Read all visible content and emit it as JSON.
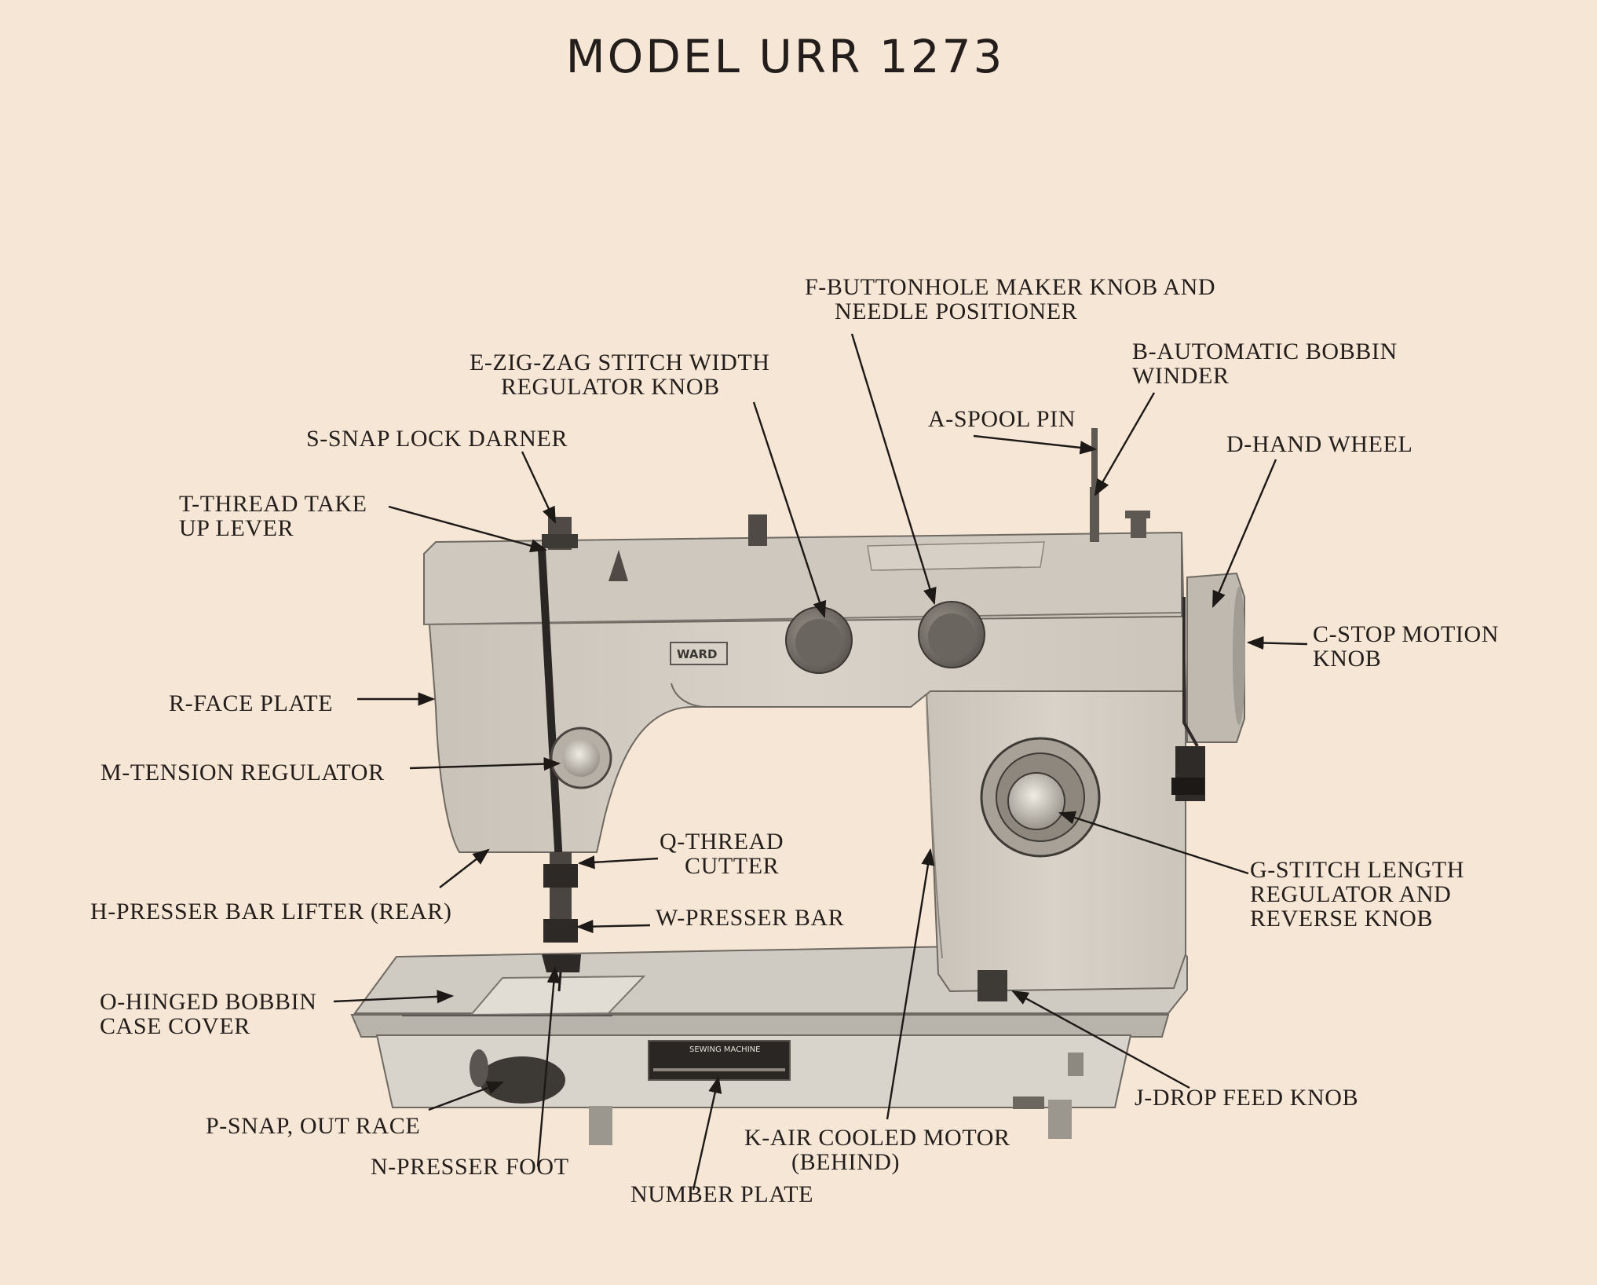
{
  "title": "MODEL URR 1273",
  "brand_badge": "WARD",
  "number_plate_text": "SEWING MACHINE",
  "labels": {
    "f": [
      "F-BUTTONHOLE MAKER KNOB AND",
      "NEEDLE POSITIONER"
    ],
    "e": [
      "E-ZIG-ZAG STITCH WIDTH",
      "REGULATOR KNOB"
    ],
    "b": [
      "B-AUTOMATIC BOBBIN",
      "WINDER"
    ],
    "a": "A-SPOOL PIN",
    "s": "S-SNAP LOCK DARNER",
    "d": "D-HAND WHEEL",
    "t": [
      "T-THREAD TAKE",
      "UP LEVER"
    ],
    "c": [
      "C-STOP MOTION",
      "KNOB"
    ],
    "r": "R-FACE PLATE",
    "m": "M-TENSION REGULATOR",
    "q": [
      "Q-THREAD",
      "CUTTER"
    ],
    "g": [
      "G-STITCH LENGTH",
      "REGULATOR AND",
      "REVERSE KNOB"
    ],
    "h": "H-PRESSER BAR LIFTER (REAR)",
    "w": "W-PRESSER BAR",
    "o": [
      "O-HINGED BOBBIN",
      "CASE COVER"
    ],
    "j": "J-DROP FEED KNOB",
    "p": "P-SNAP, OUT RACE",
    "k": [
      "K-AIR COOLED MOTOR",
      "(BEHIND)"
    ],
    "n": "N-PRESSER FOOT",
    "num": "NUMBER PLATE"
  }
}
